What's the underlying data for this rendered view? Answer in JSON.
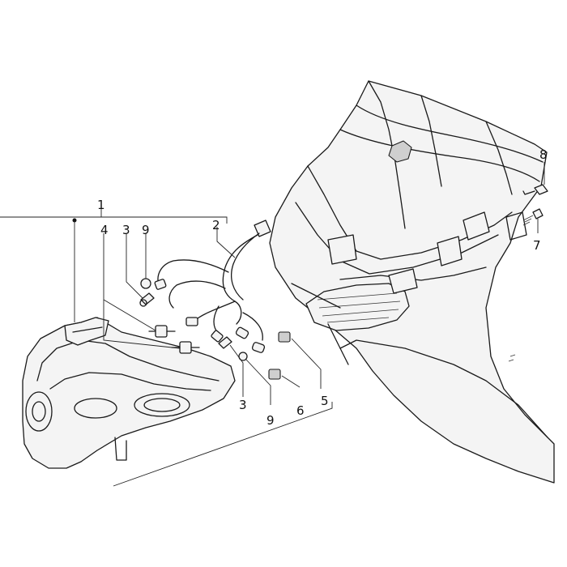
{
  "callouts": {
    "c1": "1",
    "c2": "2",
    "c3_top": "3",
    "c3_bottom": "3",
    "c4": "4",
    "c5": "5",
    "c6": "6",
    "c7": "7",
    "c8": "8",
    "c9_top": "9",
    "c9_bottom": "9"
  }
}
